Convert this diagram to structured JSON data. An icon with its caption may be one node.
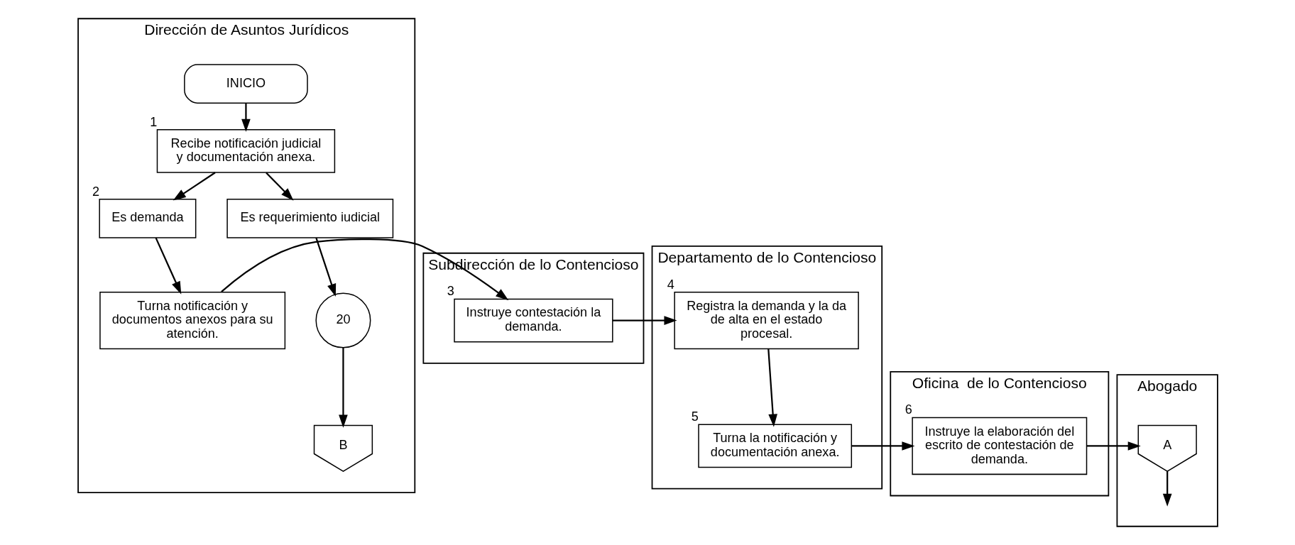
{
  "diagram": {
    "nodes": [
      {
        "text": [
          "Dirección de Asuntos Jurídicos"
        ]
      },
      {
        "text": [
          "Subdirección de lo Contencioso"
        ]
      },
      {
        "text": [
          "Departamento de lo Contencioso"
        ]
      },
      {
        "text": [
          "Oficina  de lo Contencioso"
        ]
      },
      {
        "text": [
          "Abogado"
        ]
      },
      {
        "text": [
          "INICIO"
        ],
        "in": 0
      },
      {
        "text": [
          "Recibe notificación judicial y documentación anexa."
        ],
        "in": 0,
        "beside": [
          "1"
        ]
      },
      {
        "text": [
          "Es demanda"
        ],
        "in": 0,
        "beside": [
          "2"
        ]
      },
      {
        "text": [
          "Turna notificación y documentos anexos para su atención."
        ],
        "in": 0
      },
      {
        "text": [
          "Es requerimiento iudicial"
        ],
        "in": 0
      },
      {
        "text": [
          "20"
        ],
        "in": 0
      },
      {
        "text": [
          "B"
        ],
        "in": 0
      },
      {
        "text": [
          "Instruye contestación la demanda."
        ],
        "in": 1,
        "beside": [
          "3"
        ]
      },
      {
        "text": [
          "Registra la demanda y la da de alta en el estado procesal."
        ],
        "in": 2,
        "beside": [
          "4"
        ]
      },
      {
        "text": [
          "Turna la notificación y documentación anexa."
        ],
        "in": 2,
        "beside": [
          "5"
        ]
      },
      {
        "text": [
          "Instruye la elaboración del escrito de contestación de demanda."
        ],
        "in": 3,
        "beside": [
          "6"
        ]
      },
      {
        "text": [
          "A"
        ],
        "in": 4
      }
    ],
    "edges": [
      {
        "from": 5,
        "to": 6,
        "arrow": "to"
      },
      {
        "from": 6,
        "to": 7,
        "arrow": "to"
      },
      {
        "from": 6,
        "to": 9,
        "arrow": "to"
      },
      {
        "from": 7,
        "to": 8,
        "arrow": "to"
      },
      {
        "from": 8,
        "to": 12,
        "arrow": "to"
      },
      {
        "from": 12,
        "to": 13,
        "arrow": "to"
      },
      {
        "from": 13,
        "to": 14,
        "arrow": "to"
      },
      {
        "from": 14,
        "to": 15,
        "arrow": "to"
      },
      {
        "from": 15,
        "to": 16,
        "arrow": "to"
      },
      {
        "from": 16,
        "to": null,
        "arrow": "to"
      },
      {
        "from": 9,
        "to": 10,
        "arrow": "to"
      },
      {
        "from": 10,
        "to": 11,
        "arrow": "to"
      }
    ]
  }
}
